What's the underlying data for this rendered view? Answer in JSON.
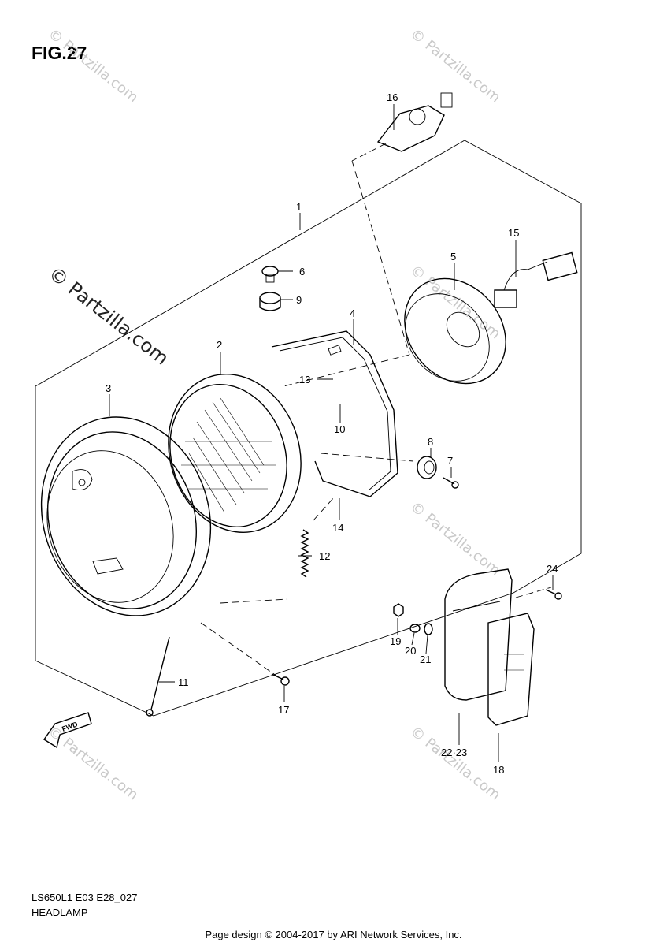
{
  "figure": {
    "title": "FIG.27",
    "code": "LS650L1 E03 E28_027",
    "name": "HEADLAMP"
  },
  "watermark": {
    "main": "© Partzilla.com",
    "faint": "© Partzilla.com"
  },
  "fwd_label": "FWD",
  "callouts": {
    "c1": "1",
    "c2": "2",
    "c3": "3",
    "c4": "4",
    "c5": "5",
    "c6": "6",
    "c7": "7",
    "c8": "8",
    "c9": "9",
    "c10": "10",
    "c11": "11",
    "c12": "12",
    "c13": "13",
    "c14": "14",
    "c15": "15",
    "c16": "16",
    "c17": "17",
    "c18": "18",
    "c19": "19",
    "c20": "20",
    "c21": "21",
    "c22_23": "22·23",
    "c24": "24"
  },
  "footer": {
    "credit": "Page design © 2004-2017 by ARI Network Services, Inc."
  }
}
